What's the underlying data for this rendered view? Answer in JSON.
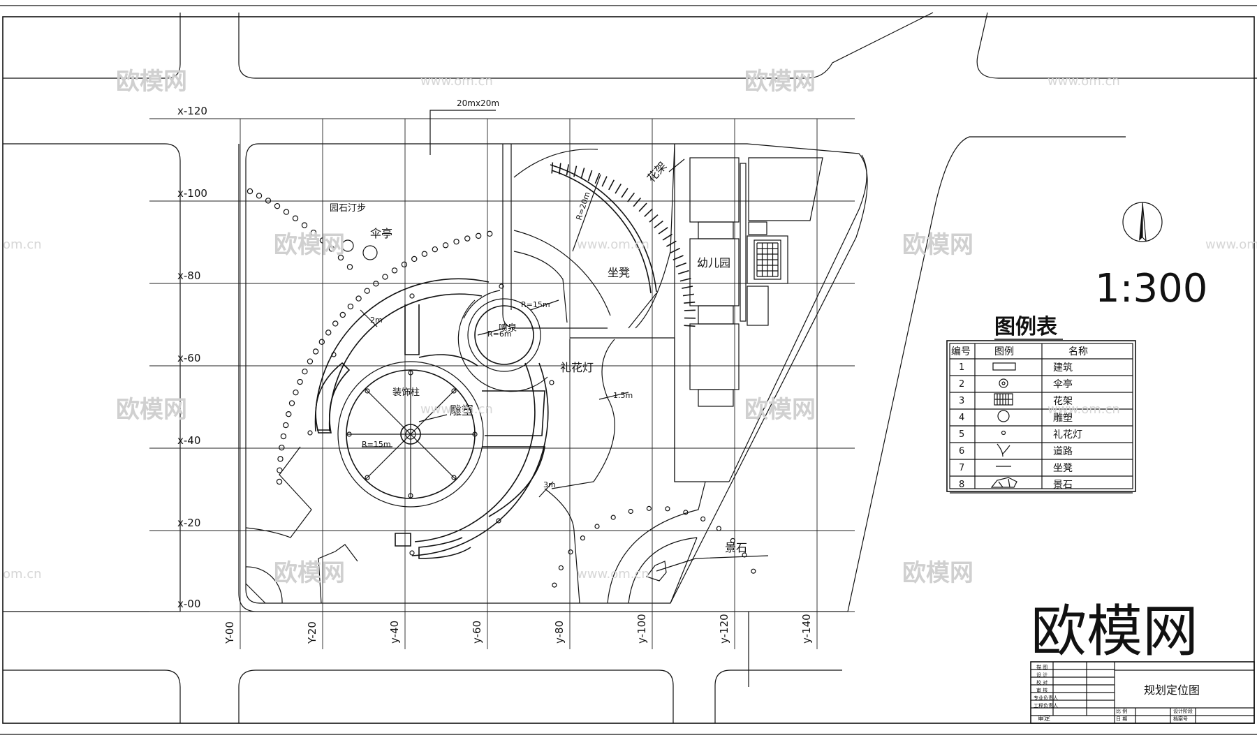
{
  "drawing": {
    "scale_text": "1:300",
    "brand_text": "欧模网",
    "watermark_text": "欧模网",
    "watermark_url": "www.om.cn",
    "watermark_url_partial": "om.cn",
    "colors": {
      "line": "#111111",
      "watermark": "#d0d0d0",
      "paper": "#ffffff"
    }
  },
  "grid": {
    "x_labels": [
      "x-120",
      "x-100",
      "x-80",
      "x-60",
      "x-40",
      "x-20",
      "x-00"
    ],
    "y_labels": [
      "Y-00",
      "Y-20",
      "y-40",
      "y-60",
      "y-80",
      "y-100",
      "y-120",
      "y-140"
    ]
  },
  "annotations": {
    "grid_size": "20mx20m",
    "stepping_stones": "园石汀步",
    "umbrella_pavilion": "伞亭",
    "flower_trellis": "花架",
    "trellis_radius": "R=20m",
    "bench": "坐凳",
    "kindergarten": "幼儿园",
    "width_2m": "2m",
    "fountain_radius": "R=15m",
    "fountain_inner_radius": "R=6m",
    "fountain": "喷泉",
    "flower_lamp": "礼花灯",
    "width_1_5m": "1.5m",
    "decor_column": "装饰柱",
    "sculpture": "雕塑",
    "plaza_radius": "R=15m",
    "width_3m": "3m",
    "landscape_stone": "景石"
  },
  "legend": {
    "title": "图例表",
    "headers": [
      "编号",
      "图例",
      "名称"
    ],
    "rows": [
      {
        "no": "1",
        "name": "建筑",
        "icon": "building-rect-icon"
      },
      {
        "no": "2",
        "name": "伞亭",
        "icon": "pavilion-circle-icon"
      },
      {
        "no": "3",
        "name": "花架",
        "icon": "trellis-grid-icon"
      },
      {
        "no": "4",
        "name": "雕塑",
        "icon": "sculpture-circle-icon"
      },
      {
        "no": "5",
        "name": "礼花灯",
        "icon": "lamp-dot-icon"
      },
      {
        "no": "6",
        "name": "道路",
        "icon": "road-fork-icon"
      },
      {
        "no": "7",
        "name": "坐凳",
        "icon": "bench-line-icon"
      },
      {
        "no": "8",
        "name": "景石",
        "icon": "stone-icon"
      }
    ]
  },
  "title_block": {
    "drawing_title": "规划定位图",
    "left_labels": [
      "描 图",
      "设 计",
      "校 对",
      "审 核",
      "专业负责人",
      "工程负责人"
    ],
    "approve": "审定",
    "scale_label": "比 例",
    "date_label": "日 期",
    "stage_label": "设计阶段",
    "archive_label": "档案号"
  }
}
